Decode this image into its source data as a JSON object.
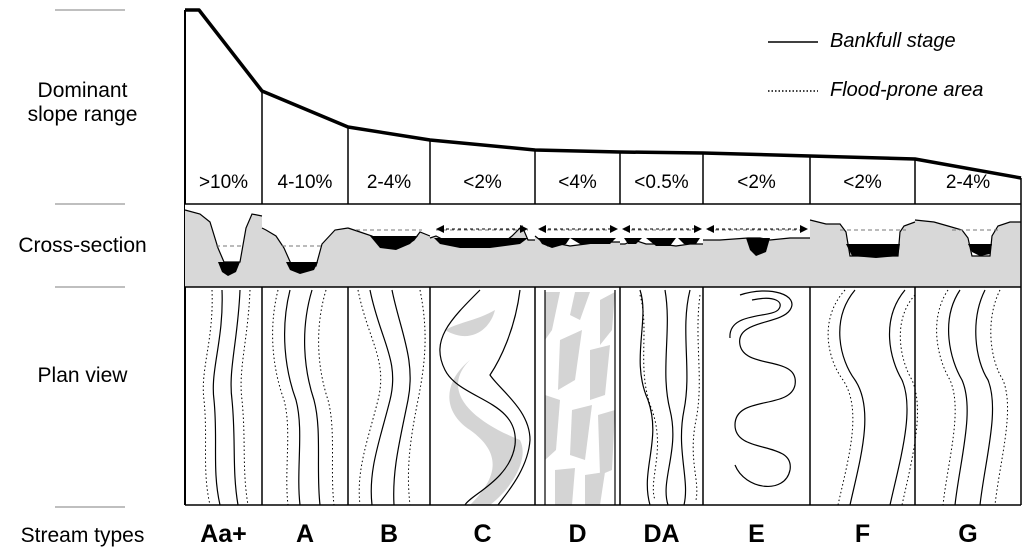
{
  "row_labels": {
    "slope": [
      "Dominant",
      "slope range"
    ],
    "cross_section": "Cross-section",
    "plan_view": "Plan view",
    "stream_types": "Stream types"
  },
  "legend": {
    "bankfull": "Bankfull stage",
    "flood_prone": "Flood-prone area"
  },
  "stream_types": [
    {
      "type": "Aa+",
      "slope": ">10%"
    },
    {
      "type": "A",
      "slope": "4-10%"
    },
    {
      "type": "B",
      "slope": "2-4%"
    },
    {
      "type": "C",
      "slope": "<2%"
    },
    {
      "type": "D",
      "slope": "<4%"
    },
    {
      "type": "DA",
      "slope": "<0.5%"
    },
    {
      "type": "E",
      "slope": "<2%"
    },
    {
      "type": "F",
      "slope": "<2%"
    },
    {
      "type": "G",
      "slope": "2-4%"
    }
  ],
  "colors": {
    "line": "#000000",
    "fill_gray": "#d8d8d8",
    "dash": "#777777",
    "tick": "#999999"
  }
}
